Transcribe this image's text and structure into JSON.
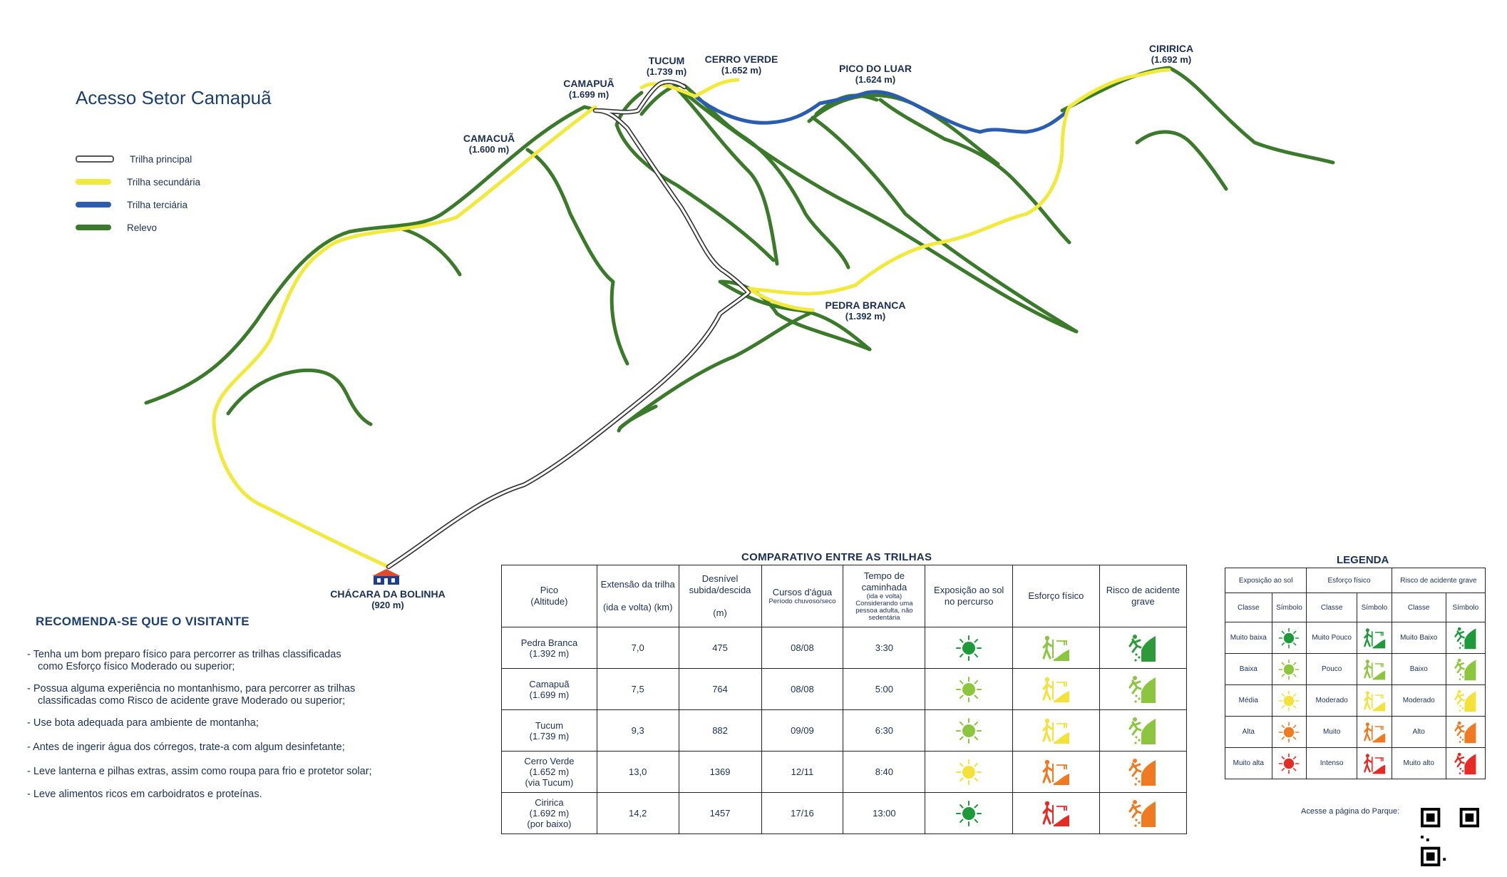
{
  "map": {
    "title": "Acesso Setor Camapuã",
    "legend": [
      {
        "label": "Trilha principal",
        "style": "double-outline",
        "color": "#555555"
      },
      {
        "label": "Trilha secundária",
        "style": "solid",
        "color": "#f2e93d"
      },
      {
        "label": "Trilha terciária",
        "style": "solid",
        "color": "#2a5db0"
      },
      {
        "label": "Relevo",
        "style": "solid",
        "color": "#3a7a2a"
      }
    ],
    "peaks": [
      {
        "name": "CAMAPUÃ",
        "altitude": "(1.699 m)"
      },
      {
        "name": "TUCUM",
        "altitude": "(1.739 m)"
      },
      {
        "name": "CERRO VERDE",
        "altitude": "(1.652 m)"
      },
      {
        "name": "PICO DO LUAR",
        "altitude": "(1.624 m)"
      },
      {
        "name": "CIRIRICA",
        "altitude": "(1.692 m)"
      },
      {
        "name": "CAMACUÃ",
        "altitude": "(1.600 m)"
      },
      {
        "name": "PEDRA BRANCA",
        "altitude": "(1.392 m)"
      },
      {
        "name": "CHÁCARA DA BOLINHA",
        "altitude": "(920 m)"
      }
    ],
    "start_icon": "farmhouse-icon"
  },
  "recommendations": {
    "title": "RECOMENDA-SE QUE O VISITANTE",
    "items": [
      {
        "line1": "- Tenha um bom preparo físico para percorrer as trilhas classificadas",
        "line2": "como Esforço físico Moderado ou superior;"
      },
      {
        "line1": "- Possua alguma experiência no montanhismo, para percorrer as trilhas",
        "line2": "classificadas como Risco de acidente grave Moderado ou superior;"
      },
      {
        "line1": "- Use bota adequada para ambiente de montanha;",
        "line2": ""
      },
      {
        "line1": "- Antes de ingerir água dos córregos, trate-a com algum desinfetante;",
        "line2": ""
      },
      {
        "line1": "- Leve lanterna e pilhas extras, assim como roupa para frio e protetor solar;",
        "line2": ""
      },
      {
        "line1": "- Leve alimentos ricos em carboidratos e proteínas.",
        "line2": ""
      }
    ]
  },
  "comparison": {
    "title": "COMPARATIVO ENTRE AS TRILHAS",
    "headers": {
      "pico": "Pico",
      "pico_sub": "(Altitude)",
      "extensao": "Extensão da trilha",
      "extensao_sub": "(ida e volta) (km)",
      "desnivel": "Desnível subida/descida",
      "desnivel_sub": "(m)",
      "cursos": "Cursos d'água",
      "cursos_sub": "Período chuvoso/seco",
      "tempo": "Tempo de caminhada",
      "tempo_sub": "(ida e volta)",
      "tempo_note": "Considerando uma pessoa adulta, não sedentária",
      "exposicao": "Exposição ao sol no percurso",
      "esforco": "Esforço físico",
      "risco": "Risco de acidente grave"
    },
    "rows": [
      {
        "pico": [
          "Pedra Branca",
          "(1.392 m)"
        ],
        "extensao": "7,0",
        "desnivel": "475",
        "cursos": "08/08",
        "tempo": "3:30",
        "sun": "#1e9a3a",
        "effort": "#8cc63f",
        "risk": "#2f9a3a"
      },
      {
        "pico": [
          "Camapuã",
          "(1.699 m)"
        ],
        "extensao": "7,5",
        "desnivel": "764",
        "cursos": "08/08",
        "tempo": "5:00",
        "sun": "#8cc63f",
        "effort": "#f4e23a",
        "risk": "#8cc63f"
      },
      {
        "pico": [
          "Tucum",
          "(1.739 m)"
        ],
        "extensao": "9,3",
        "desnivel": "882",
        "cursos": "09/09",
        "tempo": "6:30",
        "sun": "#8cc63f",
        "effort": "#f4e23a",
        "risk": "#8cc63f"
      },
      {
        "pico": [
          "Cerro Verde",
          "(1.652 m)",
          "(via Tucum)"
        ],
        "extensao": "13,0",
        "desnivel": "1369",
        "cursos": "12/11",
        "tempo": "8:40",
        "sun": "#f4e23a",
        "effort": "#f07a22",
        "risk": "#f07a22"
      },
      {
        "pico": [
          "Ciririca",
          "(1.692 m)",
          "(por baixo)"
        ],
        "extensao": "14,2",
        "desnivel": "1457",
        "cursos": "17/16",
        "tempo": "13:00",
        "sun": "#1e9a3a",
        "effort": "#e62a25",
        "risk": "#f07a22"
      }
    ]
  },
  "legend_table": {
    "title": "LEGENDA",
    "groups": [
      "Exposição ao sol",
      "Esforço físico",
      "Risco de acidente grave"
    ],
    "col_classe": "Classe",
    "col_simbolo": "Símbolo",
    "rows": [
      {
        "sol": "Muito baixa",
        "esforco": "Muito Pouco",
        "risco": "Muito Baixo",
        "color": "#1e9a3a"
      },
      {
        "sol": "Baixa",
        "esforco": "Pouco",
        "risco": "Baixo",
        "color": "#8cc63f"
      },
      {
        "sol": "Média",
        "esforco": "Moderado",
        "risco": "Moderado",
        "color": "#f4e23a"
      },
      {
        "sol": "Alta",
        "esforco": "Muito",
        "risco": "Alto",
        "color": "#f07a22"
      },
      {
        "sol": "Muito alta",
        "esforco": "Intenso",
        "risco": "Muito alto",
        "color": "#e62a25"
      }
    ]
  },
  "qr": {
    "label": "Acesse a página do Parque:",
    "icon": "qr-code-icon"
  }
}
